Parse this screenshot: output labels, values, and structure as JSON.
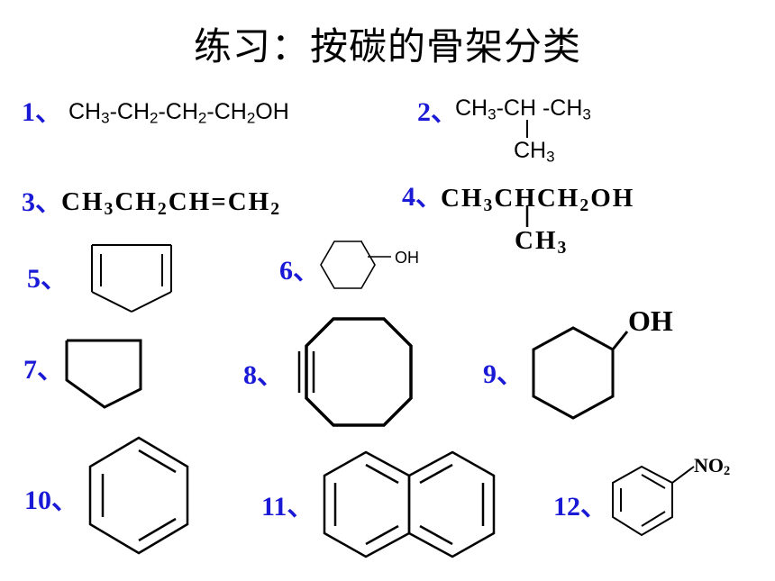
{
  "title": "练习：按碳的骨架分类",
  "items": [
    {
      "label": "1、",
      "formula": {
        "c1": "CH",
        "s1": "3",
        "c2": "-CH",
        "s2": "2",
        "c3": "-CH",
        "s3": "2",
        "c4": "-CH",
        "s4": "2",
        "c5": "OH"
      }
    },
    {
      "label": "2、",
      "formula": {
        "main_a": "CH",
        "main_a_sub": "3",
        "main_b": "-CH -CH",
        "main_b_sub": "3",
        "branch": "CH",
        "branch_sub": "3"
      }
    },
    {
      "label": "3、",
      "formula": {
        "p1": "CH",
        "s1": "3",
        "p2": "CH",
        "s2": "2",
        "p3": "CH=CH",
        "s3": "2"
      }
    },
    {
      "label": "4、",
      "formula": {
        "p1": "CH",
        "s1": "3",
        "p2": "CHCH",
        "s2": "2",
        "p3": "OH",
        "branch": "CH",
        "branch_sub": "3"
      }
    },
    {
      "label": "5、"
    },
    {
      "label": "6、",
      "substituent": "OH"
    },
    {
      "label": "7、"
    },
    {
      "label": "8、"
    },
    {
      "label": "9、",
      "substituent": "OH"
    },
    {
      "label": "10、"
    },
    {
      "label": "11、"
    },
    {
      "label": "12、",
      "substituent": {
        "main": "NO",
        "sub": "2"
      }
    }
  ]
}
